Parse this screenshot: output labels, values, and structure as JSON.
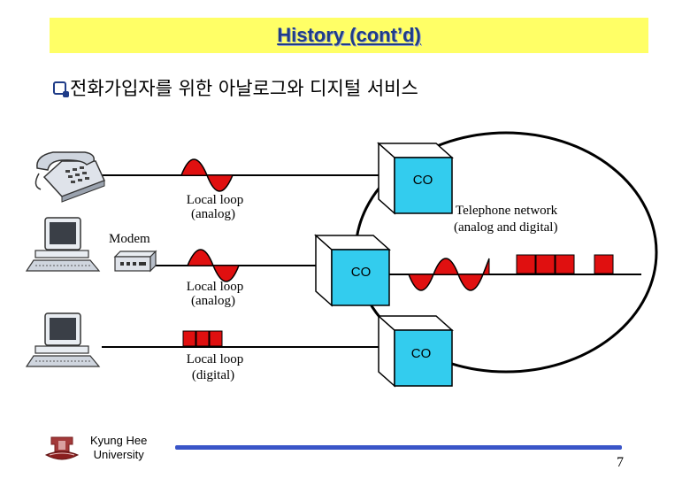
{
  "header": {
    "title": "History (cont’d)"
  },
  "subtitle": {
    "text": "전화가입자를 위한 아날로그와 디지털 서비스"
  },
  "diagram": {
    "labels": {
      "local_loop_1_line1": "Local loop",
      "local_loop_1_line2": "(analog)",
      "local_loop_2_line1": "Local loop",
      "local_loop_2_line2": "(analog)",
      "local_loop_3_line1": "Local loop",
      "local_loop_3_line2": "(digital)",
      "modem": "Modem",
      "network_line1": "Telephone network",
      "network_line2": "(analog and digital)",
      "co_1": "CO",
      "co_2": "CO",
      "co_3": "CO"
    },
    "colors": {
      "signal_red": "#e01010",
      "co_fill": "#33ccee",
      "co_side": "#ffffff"
    }
  },
  "footer": {
    "university_line1": "Kyung Hee",
    "university_line2": "University",
    "page_number": "7"
  }
}
